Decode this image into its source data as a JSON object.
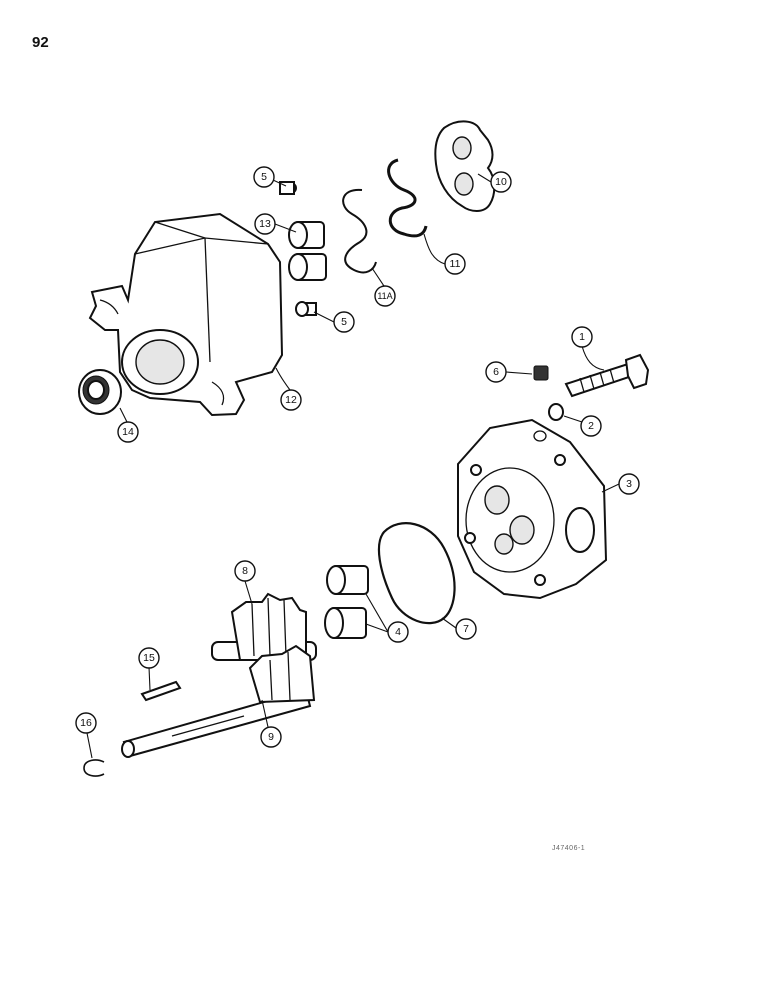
{
  "page": {
    "number": "92",
    "figure_code": "J47406-1"
  },
  "callouts": [
    {
      "id": "1",
      "part": "bolt"
    },
    {
      "id": "2",
      "part": "washer"
    },
    {
      "id": "3",
      "part": "end-cover"
    },
    {
      "id": "4",
      "part": "bushing"
    },
    {
      "id": "5",
      "part": "dowel-pin"
    },
    {
      "id": "6",
      "part": "plug"
    },
    {
      "id": "7",
      "part": "o-ring"
    },
    {
      "id": "8",
      "part": "driven-gear"
    },
    {
      "id": "9",
      "part": "drive-gear-shaft"
    },
    {
      "id": "10",
      "part": "wear-plate"
    },
    {
      "id": "11",
      "part": "seal"
    },
    {
      "id": "11A",
      "part": "back-up-seal"
    },
    {
      "id": "12",
      "part": "gear-housing"
    },
    {
      "id": "13",
      "part": "bushing"
    },
    {
      "id": "14",
      "part": "shaft-seal"
    },
    {
      "id": "15",
      "part": "key"
    },
    {
      "id": "16",
      "part": "snap-ring"
    }
  ]
}
